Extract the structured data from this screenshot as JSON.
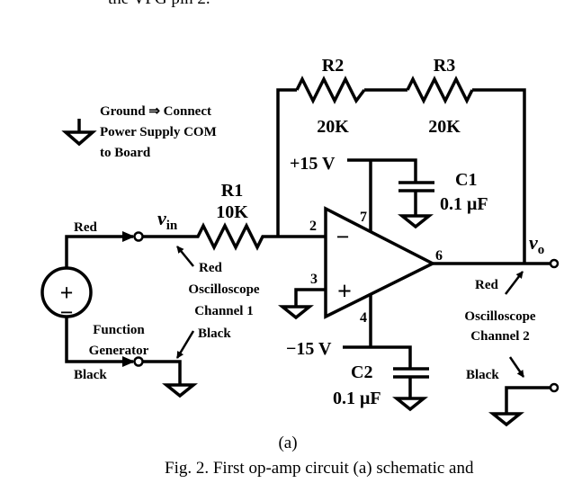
{
  "top_text": "the VFG pin 2.",
  "legend": {
    "line1": "Ground ⇒ Connect",
    "line2": "Power Supply COM",
    "line3": "to Board"
  },
  "r1": {
    "name": "R1",
    "value": "10K"
  },
  "r2": {
    "name": "R2",
    "value": "20K"
  },
  "r3": {
    "name": "R3",
    "value": "20K"
  },
  "c1": {
    "name": "C1",
    "value": "0.1 μF"
  },
  "c2": {
    "name": "C2",
    "value": "0.1 μF"
  },
  "supply": {
    "pos": "+15 V",
    "neg": "−15 V"
  },
  "pins": {
    "p2": "2",
    "p3": "3",
    "p4": "4",
    "p6": "6",
    "p7": "7"
  },
  "opamp": {
    "minus": "−",
    "plus": "+"
  },
  "vin": {
    "v": "v",
    "sub": "in"
  },
  "vo": {
    "v": "v",
    "sub": "o"
  },
  "source": {
    "red": "Red",
    "black": "Black",
    "line1": "Function",
    "line2": "Generator",
    "plus": "+",
    "minus": "−"
  },
  "scope1": {
    "red": "Red",
    "line1": "Oscilloscope",
    "line2": "Channel 1",
    "black": "Black"
  },
  "scope2": {
    "red": "Red",
    "line1": "Oscilloscope",
    "line2": "Channel 2",
    "black": "Black"
  },
  "sublabel": "(a)",
  "caption": "Fig. 2. First op-amp circuit (a) schematic and"
}
